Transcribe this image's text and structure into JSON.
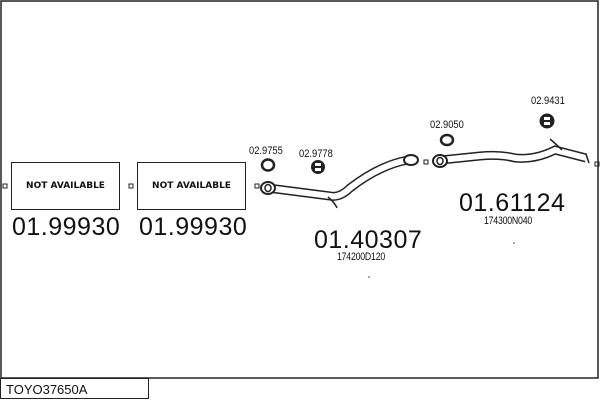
{
  "reference": "TOYO37650A",
  "parts": [
    {
      "number": "01.99930",
      "status": "NOT AVAILABLE"
    },
    {
      "number": "01.99930",
      "status": "NOT AVAILABLE"
    },
    {
      "number": "01.40307",
      "oem": "174200D120"
    },
    {
      "number": "01.61124",
      "oem": "174300N040"
    }
  ],
  "accessories": [
    "02.9755",
    "02.9778",
    "02.9050",
    "02.9431"
  ]
}
